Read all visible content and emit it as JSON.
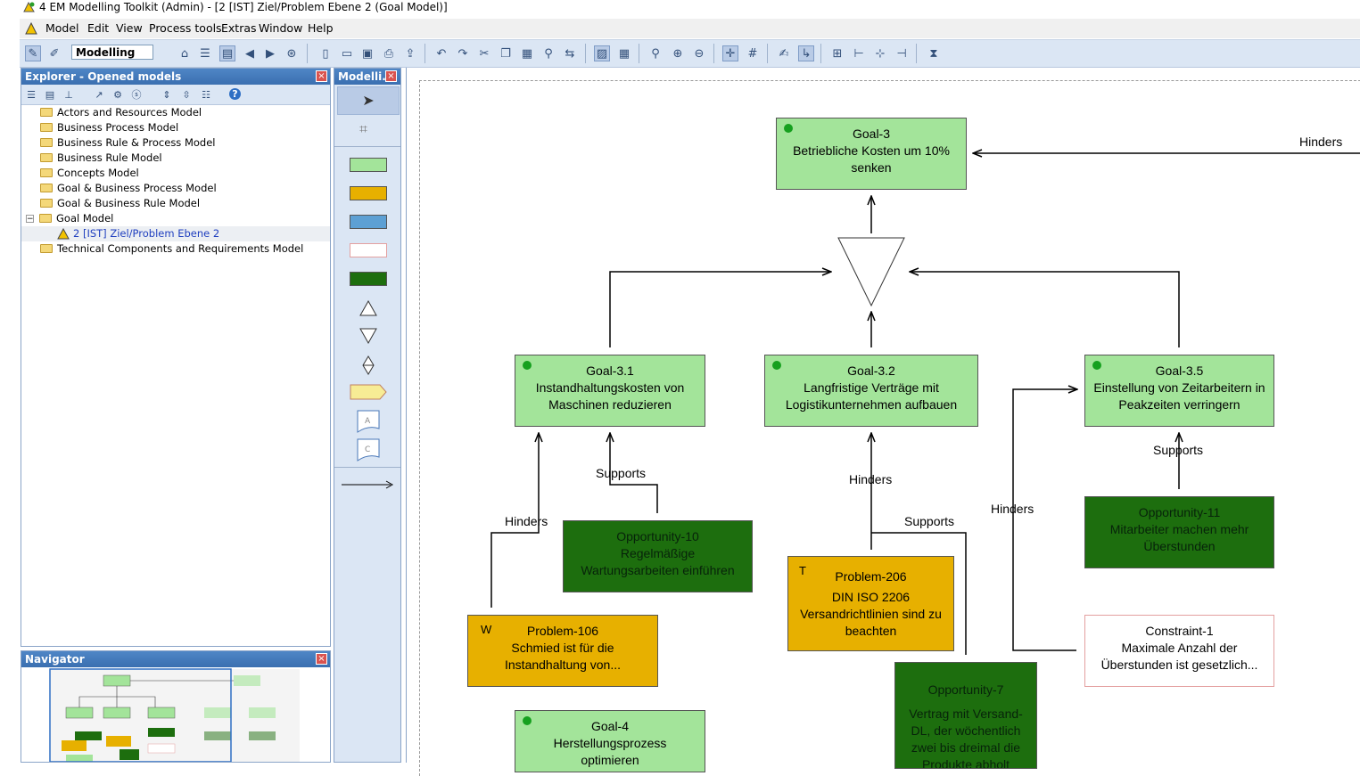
{
  "window": {
    "title": "4 EM Modelling Toolkit (Admin) - [2 [IST] Ziel/Problem Ebene 2 (Goal Model)]"
  },
  "menu": [
    "Model",
    "Edit",
    "View",
    "Process tools",
    "Extras",
    "Window",
    "Help"
  ],
  "toolbar": {
    "mode_label": "Modelling"
  },
  "explorer": {
    "title": "Explorer - Opened models",
    "items": [
      "Actors and Resources Model",
      "Business Process Model",
      "Business Rule & Process Model",
      "Business Rule Model",
      "Concepts Model",
      "Goal & Business Process Model",
      "Goal & Business Rule Model",
      "Goal Model",
      "2 [IST] Ziel/Problem Ebene 2",
      "Technical Components and Requirements Model"
    ]
  },
  "navigator": {
    "title": "Navigator"
  },
  "palette": {
    "title": "Modelli..."
  },
  "diagram": {
    "goal3": {
      "id": "Goal-3",
      "text": "Betriebliche Kosten um 10% senken"
    },
    "goal31": {
      "id": "Goal-3.1",
      "text": "Instandhaltungskosten von Maschinen reduzieren"
    },
    "goal32": {
      "id": "Goal-3.2",
      "text": "Langfristige Verträge mit Logistikunternehmen aufbauen"
    },
    "goal35": {
      "id": "Goal-3.5",
      "text": "Einstellung von Zeitarbeitern in Peakzeiten verringern"
    },
    "opp10": {
      "id": "Opportunity-10",
      "text": "Regelmäßige Wartungsarbeiten einführen"
    },
    "opp11": {
      "id": "Opportunity-11",
      "text": "Mitarbeiter machen mehr Überstunden"
    },
    "opp7": {
      "id": "Opportunity-7",
      "text": "Vertrag mit Versand-DL, der wöchentlich zwei bis dreimal die Produkte abholt"
    },
    "prob106": {
      "letter": "W",
      "id": "Problem-106",
      "text": "Schmied ist für die Instandhaltung von..."
    },
    "prob206": {
      "letter": "T",
      "id": "Problem-206",
      "text": "DIN ISO 2206 Versandrichtlinien sind zu beachten"
    },
    "constr1": {
      "id": "Constraint-1",
      "text": "Maximale Anzahl der Überstunden ist gesetzlich..."
    },
    "goal4": {
      "id": "Goal-4",
      "text": "Herstellungsprozess optimieren"
    },
    "labels": {
      "hinders_top": "Hinders",
      "supports_opp10": "Supports",
      "hinders_prob106": "Hinders",
      "hinders_goal32": "Hinders",
      "supports_opp7": "Supports",
      "hinders_constr": "Hinders",
      "supports_opp11": "Supports"
    }
  }
}
